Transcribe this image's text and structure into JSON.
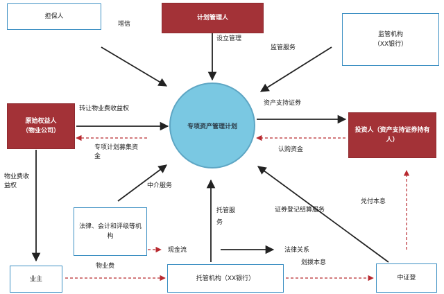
{
  "center": "专项资产管理计划",
  "nodes": {
    "guarantor": "担保人",
    "planner": "计划管理人",
    "regulator_line1": "监管机构",
    "regulator_line2": "（XX银行）",
    "originator_line1": "原始权益人",
    "originator_line2": "（物业公司）",
    "investor_line1": "投资人（资产支持证券持有",
    "investor_line2": "人）",
    "intermediaries_line1": "法律、会计和评级等机",
    "intermediaries_line2": "构",
    "owner": "业主",
    "custodian": "托管机构（XX银行）",
    "csdc": "中证登"
  },
  "labels": {
    "credit_enhancement": "增信",
    "establish_manage": "设立管理",
    "supervision_service": "监管服务",
    "abs": "资产支持证券",
    "transfer_line1": "转让物业费收益权",
    "fund_line1": "专项计划募集资",
    "fund_line2": "金",
    "subscription": "认购资金",
    "property_fee_right_line1": "物业费收",
    "property_fee_right_line2": "益权",
    "intermediary_service": "中介服务",
    "custody_line1": "托管服",
    "custody_line2": "务",
    "registration": "证券登记结算服务",
    "pay_principal": "兑付本息",
    "cash_flow": "现金流",
    "legal_relation": "法律关系",
    "property_fee": "物业费",
    "allocate_principal": "划拨本息"
  },
  "colors": {
    "red_box": "#a33237",
    "box_border": "#3a8ec2",
    "circle_fill": "#7ac8e2",
    "solid_arrow": "#222222",
    "dashed_arrow": "#b8292f"
  }
}
